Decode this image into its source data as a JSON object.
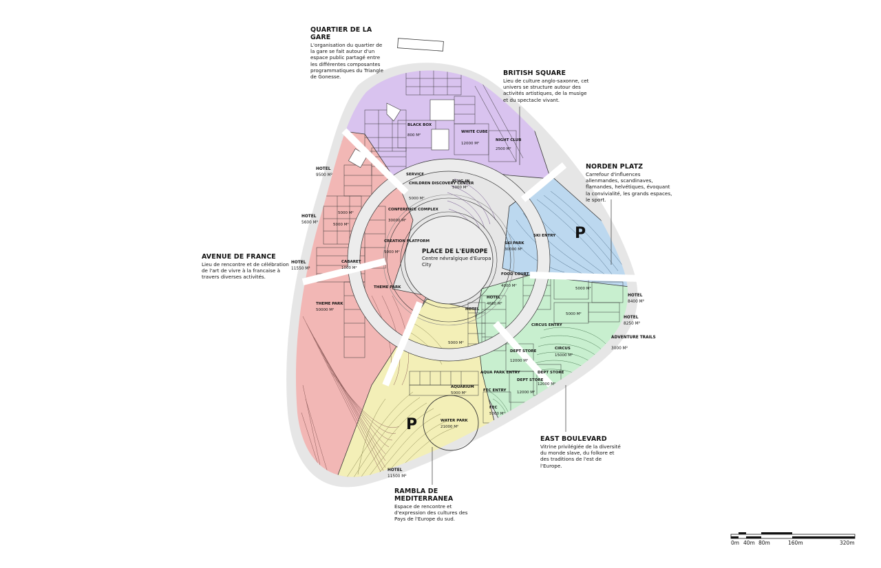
{
  "annotations": {
    "quartier": {
      "title": "QUARTIER DE LA GARE",
      "text": "L'organisation du quartier de la gare se fait autour d'un espace public partagé entre les différentes composantes programmatiques du Triangle de Gonesse."
    },
    "british": {
      "title": "BRITISH SQUARE",
      "text": "Lieu de culture anglo-saxonne, cet univers se structure autour des activités artistiques, de la musige et du spectacle vivant."
    },
    "norden": {
      "title": "NORDEN PLATZ",
      "text": "Carrefour d'influences allenmandes, scandinaves, flamandes, helvétiques, évoquant la convivialité, les grands espaces, le sport."
    },
    "avenue": {
      "title": "AVENUE DE FRANCE",
      "text": "Lieu de rencontre et de célébration de l'art de vivre à la francaise à travers diverses activités."
    },
    "east": {
      "title": "EAST BOULEVARD",
      "text": "Vitrine privilégiée de la diversité du monde slave, du folkore et des traditions de l'est de l'Europe."
    },
    "rambla": {
      "title": "RAMBLA DE MEDITERRANEA",
      "text": "Espace de rencontre et d'expression des cultures des Pays de l'Europe du sud."
    }
  },
  "center": {
    "title": "PLACE DE L'EUROPE",
    "text": "Centre névralgique d'Europa City"
  },
  "labels": {
    "black_box": "BLACK BOX",
    "black_box_area": "800 M²",
    "white_cube": "WHITE CUBE",
    "white_cube_area": "12000 M²",
    "night_club": "NIGHT CLUB",
    "night_club_area": "2500 M²",
    "service": "SERVICE",
    "children": "CHILDREN DISCOVERY CENTER",
    "children_area": "5000 M²",
    "plug_in": "PLUG-IN",
    "plug_in_area": "5000 M²",
    "conference": "CONFERENCE COMPLEX",
    "conference_area": "30000 M²",
    "creation": "CREATION PLATFORM",
    "creation_area": "5000 M²",
    "cabaret": "CABARET",
    "cabaret_area": "1000 M²",
    "theme_park_1": "THEME PARK",
    "theme_park_1_area": "50000 M²",
    "theme_park_2": "THEME PARK",
    "ski_park": "SKI PARK",
    "ski_park_area": "30000 M²",
    "ski_entry": "SKI ENTRY",
    "food_court": "FOOD COURT",
    "food_court_area": "4000 M²",
    "hotel_4680": "HOTEL",
    "hotel_4680_area": "4680 M²",
    "hotel_mid": "HOTEL",
    "circus_entry": "CIRCUS ENTRY",
    "circus": "CIRCUS",
    "circus_area": "15000 M²",
    "dept1": "DEPT STORE",
    "dept1_area": "12000 M²",
    "dept2": "DEPT STORE",
    "dept2_area": "12000 M²",
    "dept3": "DEPT STORE",
    "dept3_area": "12000 M²",
    "aqua_entry": "AQUA PARK ENTRY",
    "fec_entry": "FEC ENTRY",
    "fec": "FEC",
    "fec_area": "5000 M²",
    "aquarium": "AQUARIUM",
    "aquarium_area": "5000 M²",
    "water_park": "WATER PARK",
    "water_park_area": "21000 M²",
    "s5000": "5000 M²",
    "parking": "P",
    "hotel_9500": "HOTEL",
    "hotel_9500_area": "9500 M²",
    "hotel_5600": "HOTEL",
    "hotel_5600_area": "5600 M²",
    "hotel_11550": "HOTEL",
    "hotel_11550_area": "11550 M²",
    "hotel_11500": "HOTEL",
    "hotel_11500_area": "11500 M²",
    "hotel_8400": "HOTEL",
    "hotel_8400_area": "8400 M²",
    "hotel_8250": "HOTEL",
    "hotel_8250_area": "8250 M²",
    "adventure": "ADVENTURE TRAILS",
    "adventure_area": "3000 M²"
  },
  "scale": {
    "labels": [
      "0m",
      "40m",
      "80m",
      "160m",
      "320m"
    ]
  },
  "colors": {
    "purple": "#d9c3ef",
    "red": "#f2b7b5",
    "blue": "#bcd8ef",
    "green": "#c8efcf",
    "yellow": "#f3efb7",
    "grey": "#e6e6e6"
  }
}
